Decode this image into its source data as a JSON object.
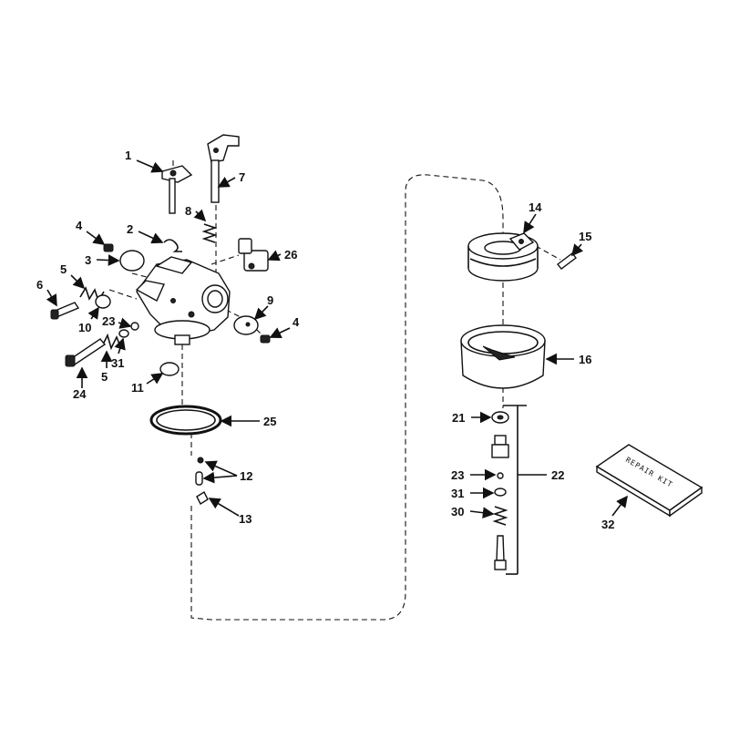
{
  "diagram": {
    "callouts": [
      {
        "id": "c1",
        "text": "1"
      },
      {
        "id": "c2",
        "text": "2"
      },
      {
        "id": "c3",
        "text": "3"
      },
      {
        "id": "c4a",
        "text": "4"
      },
      {
        "id": "c4b",
        "text": "4"
      },
      {
        "id": "c5a",
        "text": "5"
      },
      {
        "id": "c5b",
        "text": "5"
      },
      {
        "id": "c6",
        "text": "6"
      },
      {
        "id": "c7",
        "text": "7"
      },
      {
        "id": "c8",
        "text": "8"
      },
      {
        "id": "c9",
        "text": "9"
      },
      {
        "id": "c10",
        "text": "10"
      },
      {
        "id": "c11",
        "text": "11"
      },
      {
        "id": "c12",
        "text": "12"
      },
      {
        "id": "c13",
        "text": "13"
      },
      {
        "id": "c14",
        "text": "14"
      },
      {
        "id": "c15",
        "text": "15"
      },
      {
        "id": "c16",
        "text": "16"
      },
      {
        "id": "c21",
        "text": "21"
      },
      {
        "id": "c22",
        "text": "22"
      },
      {
        "id": "c23a",
        "text": "23"
      },
      {
        "id": "c23b",
        "text": "23"
      },
      {
        "id": "c24",
        "text": "24"
      },
      {
        "id": "c25",
        "text": "25"
      },
      {
        "id": "c26",
        "text": "26"
      },
      {
        "id": "c30",
        "text": "30"
      },
      {
        "id": "c31a",
        "text": "31"
      },
      {
        "id": "c31b",
        "text": "31"
      },
      {
        "id": "c32",
        "text": "32"
      }
    ],
    "repair_kit_label": "REPAIR KIT"
  }
}
